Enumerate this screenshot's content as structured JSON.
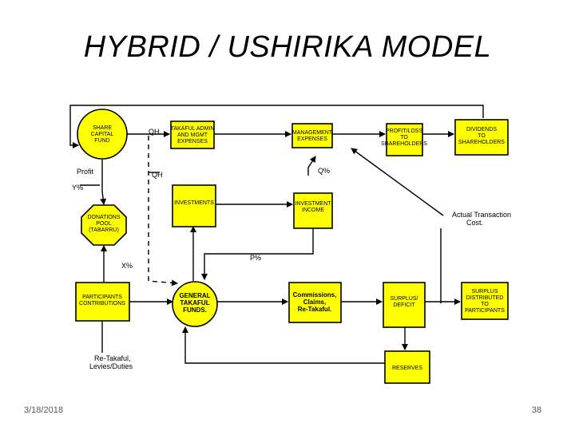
{
  "title": "HYBRID / USHIRIKA MODEL",
  "footer": {
    "date": "3/18/2018",
    "page": "38"
  },
  "nodes": {
    "share_capital": [
      "SHARE",
      "CAPITAL",
      "FUND"
    ],
    "takaful_admin": [
      "TAKAFUL ADMIN",
      "AND MGMT",
      "EXPENSES"
    ],
    "management_expenses": [
      "MANAGEMENT",
      "EXPENSES"
    ],
    "profit_loss": [
      "PROFIT/LOSS",
      "TO",
      "SHAREHOLDERS"
    ],
    "dividends": [
      "DIVIDENDS",
      "TO",
      "SHAREHOLDERS"
    ],
    "investments": [
      "INVESTMENTS"
    ],
    "investment_income": [
      "INVESTMENT",
      "INCOME"
    ],
    "donations_pool": [
      "DONATIONS",
      "POOL",
      "(TABARRU)"
    ],
    "participants_contributions": [
      "PARTICIPANTS",
      "CONTRIBUTIONS"
    ],
    "general_takaful": [
      "GENERAL",
      "TAKAFUL",
      "FUNDS."
    ],
    "commissions": [
      "Commissions,",
      "Claims,",
      "Re-Takaful."
    ],
    "surplus_deficit": [
      "SURPLUS/",
      "DEFICIT"
    ],
    "surplus_to_participants": [
      "SURPLUS",
      "DISTRIBUTED",
      "TO",
      "PARTICIPANTS"
    ],
    "reserves": [
      "RESERVES"
    ]
  },
  "flow_labels": {
    "qh_top": "QH",
    "qh_mid": "QH",
    "profit": "Profit",
    "y_pct": "Y%",
    "q_pct": "Q%",
    "x_pct": "X%",
    "p_pct": "P%",
    "actual_transaction": [
      "Actual Transaction",
      "Cost."
    ],
    "retakaful_levies": [
      "Re-Takaful,",
      "Levies/Duties"
    ]
  }
}
